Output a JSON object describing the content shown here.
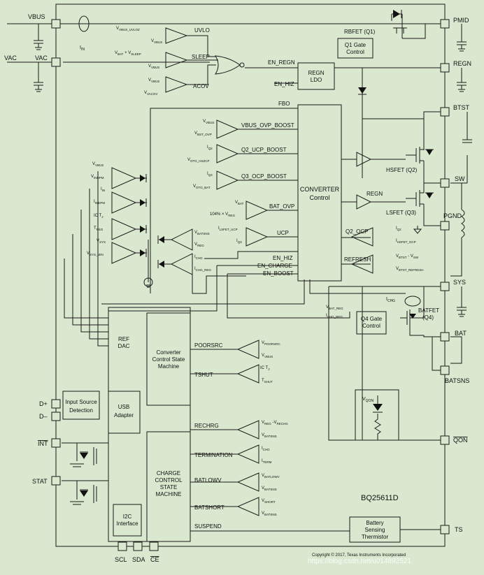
{
  "part_number": "BQ25611D",
  "copyright": "Copyright © 2017, Texas Instruments Incorporated",
  "watermark": "https://blog.csdn.net/u014892521",
  "pins": {
    "vbus": "VBUS",
    "vac_ext": "VAC",
    "vac": "VAC",
    "pmid": "PMID",
    "regn": "REGN",
    "btst": "BTST",
    "sw": "SW",
    "pgnd": "PGND",
    "sys": "SYS",
    "bat": "BAT",
    "batsns": "BATSNS",
    "qon": "QON",
    "ts": "TS",
    "dplus": "D+",
    "dminus": "D–",
    "int": "INT",
    "stat": "STAT",
    "scl": "SCL",
    "sda": "SDA",
    "ce": "CE"
  },
  "blocks": {
    "q1_gate_l1": "Q1 Gate",
    "q1_gate_l2": "Control",
    "regn_ldo_l1": "REGN",
    "regn_ldo_l2": "LDO",
    "converter_l1": "CONVERTER",
    "converter_l2": "Control",
    "ref_dac_l1": "REF",
    "ref_dac_l2": "DAC",
    "conv_sm_l1": "Converter",
    "conv_sm_l2": "Control State",
    "conv_sm_l3": "Machine",
    "input_source_l1": "Input Source",
    "input_source_l2": "Detection",
    "usb_adapter_l1": "USB",
    "usb_adapter_l2": "Adapter",
    "charge_sm_l1": "CHARGE",
    "charge_sm_l2": "CONTROL",
    "charge_sm_l3": "STATE",
    "charge_sm_l4": "MACHINE",
    "i2c_l1": "I2C",
    "i2c_l2": "Interface",
    "q4_gate_l1": "Q4 Gate",
    "q4_gate_l2": "Control",
    "battery_sensing_l1": "Battery",
    "battery_sensing_l2": "Sensing",
    "battery_sensing_l3": "Thermistor"
  },
  "fets": {
    "rbfet": "RBFET (Q1)",
    "hsfet": "HSFET (Q2)",
    "lsfet": "LSFET (Q3)",
    "batfet_l1": "BATFET",
    "batfet_l2": "(Q4)"
  },
  "signals": {
    "uvlo": "UVLO",
    "sleep": "SLEEP",
    "acov": "ACOV",
    "en_regn": "EN_REGN",
    "en_hiz_1": "EN_HIZ",
    "fbo": "FBO",
    "vbus_ovp_boost": "VBUS_OVP_BOOST",
    "q2_ucp_boost": "Q2_UCP_BOOST",
    "q3_ocp_boost": "Q3_OCP_BOOST",
    "bat_ovp": "BAT_OVP",
    "ucp": "UCP",
    "q2_ocp": "Q2_OCP",
    "refresh": "REFRESH",
    "regn_sig": "REGN",
    "en_hiz_2": "EN_HIZ",
    "en_charge": "EN_CHARGE",
    "en_boost": "EN_BOOST",
    "poorsrc": "POORSRC",
    "tshut": "TSHUT",
    "rechrg": "RECHRG",
    "termination": "TERMINATION",
    "batlowv": "BATLOWV",
    "batshort": "BATSHORT",
    "suspend": "SUSPEND",
    "iin": "I",
    "iin_sub": "IN",
    "ichg_top": "I",
    "ichg_top_sub": "CHG"
  },
  "comparators": {
    "uvlo_a": "V",
    "uvlo_a_sub": "VBUS_UVLOZ",
    "uvlo_b": "V",
    "uvlo_b_sub": "VBUS",
    "sleep_a": "V",
    "sleep_a_sub": "BAT",
    "sleep_a_mid": " + V",
    "sleep_a_sub2": "SLEEP",
    "sleep_b": "V",
    "sleep_b_sub": "VBUS",
    "acov_a": "V",
    "acov_a_sub": "VBUS",
    "acov_b": "V",
    "acov_b_sub": "VACOV",
    "ovp_a": "V",
    "ovp_a_sub": "VBUS",
    "ovp_b": "V",
    "ovp_b_sub": "BST_OVP",
    "ucp_a": "I",
    "ucp_a_sub": "Q2",
    "ucp_b": "V",
    "ucp_b_sub": "OTG_HSZCP",
    "q3_a": "I",
    "q3_a_sub": "Q3",
    "q3_b": "V",
    "q3_b_sub": "OTG_BAT",
    "batovp_a": "V",
    "batovp_a_sub": "BAT",
    "batovp_b": "104% × V",
    "batovp_b_sub": "REG",
    "ucp2_a": "I",
    "ucp2_a_sub": "LSFET_UCP",
    "ucp2_b": "I",
    "ucp2_b_sub": "Q3",
    "q2ocp_a": "I",
    "q2ocp_a_sub": "Q2",
    "q2ocp_b": "I",
    "q2ocp_b_sub": "HSFET_OCP",
    "refresh_a": "V",
    "refresh_a_sub": "BTST",
    "refresh_a_mid": " - V",
    "refresh_a_sub2": "SW",
    "refresh_b": "V",
    "refresh_b_sub": "BTST_REFRESH",
    "vbat_reg": "V",
    "vbat_reg_sub": "BAT_REG",
    "ichg_reg": "I",
    "ichg_reg_sub": "CHG_REG",
    "poorsrc_a": "V",
    "poorsrc_a_sub": "POORSRC",
    "poorsrc_b": "V",
    "poorsrc_b_sub": "VBUS",
    "tshut_a": "IC T",
    "tshut_a_sub": "J",
    "tshut_b": "T",
    "tshut_b_sub": "SHUT",
    "rechrg_a": "V",
    "rechrg_a_sub": "REG",
    "rechrg_a_mid": " -V",
    "rechrg_a_sub2": "RECHG",
    "rechrg_b": "V",
    "rechrg_b_sub": "BATSNS",
    "term_a": "I",
    "term_a_sub": "CHG",
    "term_b": "I",
    "term_b_sub": "TERM",
    "batlowv_a": "V",
    "batlowv_a_sub": "BATLOWV",
    "batlowv_b": "V",
    "batlowv_b_sub": "BATSNS",
    "batshort_a": "V",
    "batshort_a_sub": "SHORT",
    "batshort_b": "V",
    "batshort_b_sub": "BATSNS",
    "loop_vbus": "V",
    "loop_vbus_sub": "VBUS",
    "loop_vindpm": "V",
    "loop_vindpm_sub": "INDPM",
    "loop_iin": "I",
    "loop_iin_sub": "IN",
    "loop_iindpm": "I",
    "loop_iindpm_sub": "INDPM",
    "loop_ictj": "IC T",
    "loop_ictj_sub": "J",
    "loop_treg": "T",
    "loop_treg_sub": "REG",
    "loop_vsys": "V",
    "loop_vsys_sub": "SYS",
    "loop_vsysmin": "V",
    "loop_vsysmin_sub": "SYS_MIN",
    "cv_vbatsns": "V",
    "cv_vbatsns_sub": "BATSNS",
    "cv_vreg": "V",
    "cv_vreg_sub": "REG",
    "cc_ichg": "I",
    "cc_ichg_sub": "CHG",
    "cc_ichgreg": "I",
    "cc_ichgreg_sub": "CHG_REG",
    "qon_v": "V",
    "qon_v_sub": "QON"
  }
}
